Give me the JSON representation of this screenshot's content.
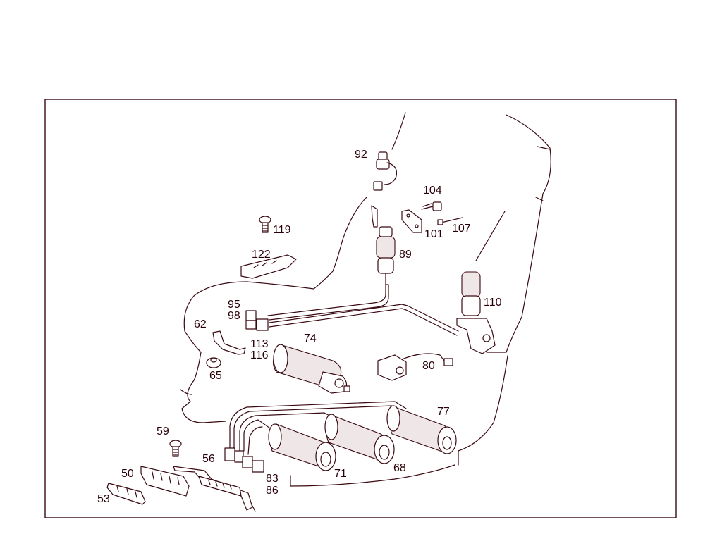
{
  "labels": {
    "l92": "92",
    "l104": "104",
    "l119": "119",
    "l101": "101",
    "l107": "107",
    "l122": "122",
    "l89": "89",
    "l110": "110",
    "l95": "95",
    "l98": "98",
    "l62": "62",
    "l74": "74",
    "l113": "113",
    "l116": "116",
    "l80": "80",
    "l65": "65",
    "l77": "77",
    "l59": "59",
    "l56": "56",
    "l71": "71",
    "l68": "68",
    "l50": "50",
    "l83": "83",
    "l86": "86",
    "l53": "53"
  },
  "colors": {
    "ink": "#3a0a12",
    "label": "#2a0008",
    "paper": "#ffffff"
  }
}
